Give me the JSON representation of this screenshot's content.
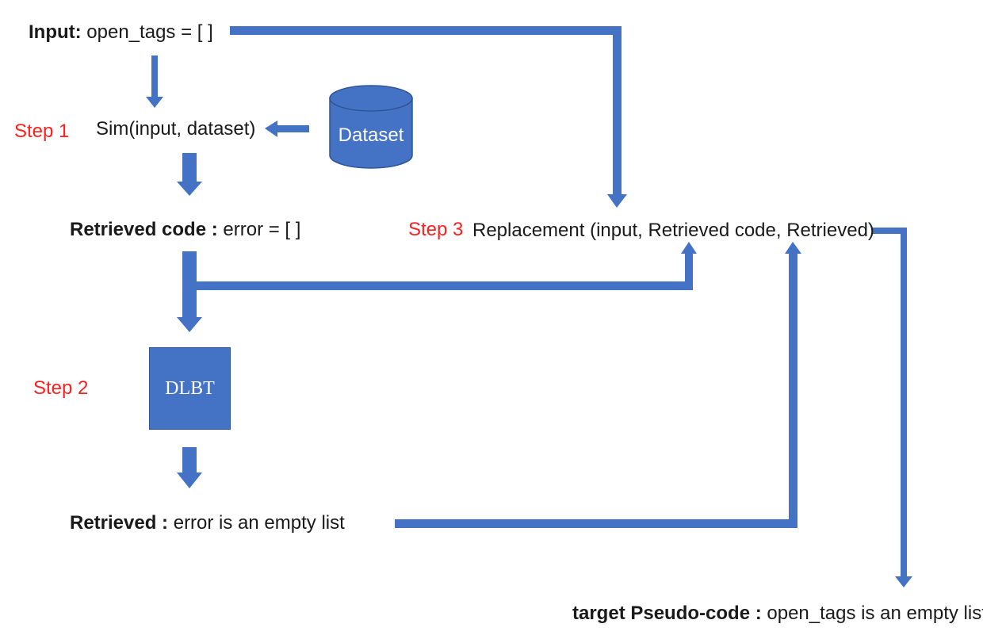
{
  "input": {
    "bold": "Input:",
    "text": " open_tags = [ ]"
  },
  "step1": {
    "label": "Step 1",
    "expr": "Sim(input, dataset)"
  },
  "dataset": {
    "label": "Dataset"
  },
  "retrieved_code": {
    "bold": "Retrieved code :",
    "text": " error = [ ]"
  },
  "step2": {
    "label": "Step 2",
    "box": "DLBT"
  },
  "step3": {
    "label": "Step 3",
    "expr": "Replacement (input, Retrieved code, Retrieved)"
  },
  "retrieved": {
    "bold": "Retrieved :",
    "text": " error is an empty list"
  },
  "target": {
    "bold": "target Pseudo-code :",
    "text": " open_tags is an empty list"
  },
  "colors": {
    "arrow": "#4472c4",
    "step": "#ff1f1f",
    "box": "#4472c4"
  }
}
